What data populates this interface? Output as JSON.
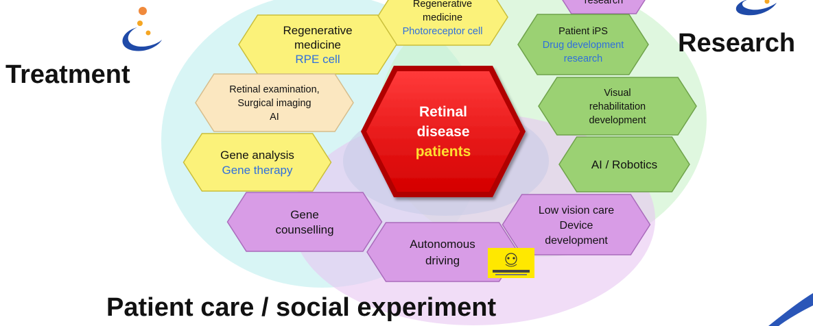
{
  "titles": {
    "treatment": "Treatment",
    "research": "Research",
    "care": "Patient care / social experiment"
  },
  "colors": {
    "yellow": "#fbf27a",
    "green": "#9bd173",
    "purple": "#d89ce6",
    "beige": "#fbe7c0",
    "red": "#ee1111",
    "blue_text": "#2f6fdc",
    "gold_text": "#ffe030"
  },
  "icons": [
    "logo-swirl-icon",
    "iseeing-badge-icon"
  ],
  "center": {
    "line1": "Retinal",
    "line2": "disease",
    "line3": "patients"
  },
  "hexagons": [
    {
      "name": "hex-regen-photoreceptor",
      "color": "yellow",
      "lines": [
        {
          "t": "Regenerative",
          "c": "black"
        },
        {
          "t": "medicine",
          "c": "black"
        },
        {
          "t": "Photoreceptor cell",
          "c": "blue"
        }
      ]
    },
    {
      "name": "hex-research-top",
      "color": "purple",
      "lines": [
        {
          "t": "research",
          "c": "black"
        }
      ]
    },
    {
      "name": "hex-regen-rpe",
      "color": "yellow",
      "lines": [
        {
          "t": "Regenerative",
          "c": "black"
        },
        {
          "t": "medicine",
          "c": "black"
        },
        {
          "t": "RPE cell",
          "c": "blue"
        }
      ]
    },
    {
      "name": "hex-patient-ips",
      "color": "green",
      "lines": [
        {
          "t": "Patient iPS",
          "c": "black"
        },
        {
          "t": "Drug development",
          "c": "blue"
        },
        {
          "t": "research",
          "c": "blue"
        }
      ]
    },
    {
      "name": "hex-retinal-exam",
      "color": "beige",
      "lines": [
        {
          "t": "Retinal examination,",
          "c": "black"
        },
        {
          "t": "Surgical imaging",
          "c": "black"
        },
        {
          "t": "AI",
          "c": "black"
        }
      ]
    },
    {
      "name": "hex-visual-rehab",
      "color": "green",
      "lines": [
        {
          "t": "Visual",
          "c": "black"
        },
        {
          "t": "rehabilitation",
          "c": "black"
        },
        {
          "t": "development",
          "c": "black"
        }
      ]
    },
    {
      "name": "hex-gene-analysis",
      "color": "yellow",
      "lines": [
        {
          "t": "Gene analysis",
          "c": "black"
        },
        {
          "t": "Gene therapy",
          "c": "blue"
        }
      ]
    },
    {
      "name": "hex-ai-robotics",
      "color": "green",
      "lines": [
        {
          "t": "AI / Robotics",
          "c": "black"
        }
      ]
    },
    {
      "name": "hex-gene-counselling",
      "color": "purple",
      "lines": [
        {
          "t": "Gene",
          "c": "black"
        },
        {
          "t": "counselling",
          "c": "black"
        }
      ]
    },
    {
      "name": "hex-low-vision",
      "color": "purple",
      "lines": [
        {
          "t": "Low vision care",
          "c": "black"
        },
        {
          "t": "Device",
          "c": "black"
        },
        {
          "t": "development",
          "c": "black"
        }
      ]
    },
    {
      "name": "hex-autonomous",
      "color": "purple",
      "lines": [
        {
          "t": "Autonomous",
          "c": "black"
        },
        {
          "t": "driving",
          "c": "black"
        }
      ]
    }
  ]
}
